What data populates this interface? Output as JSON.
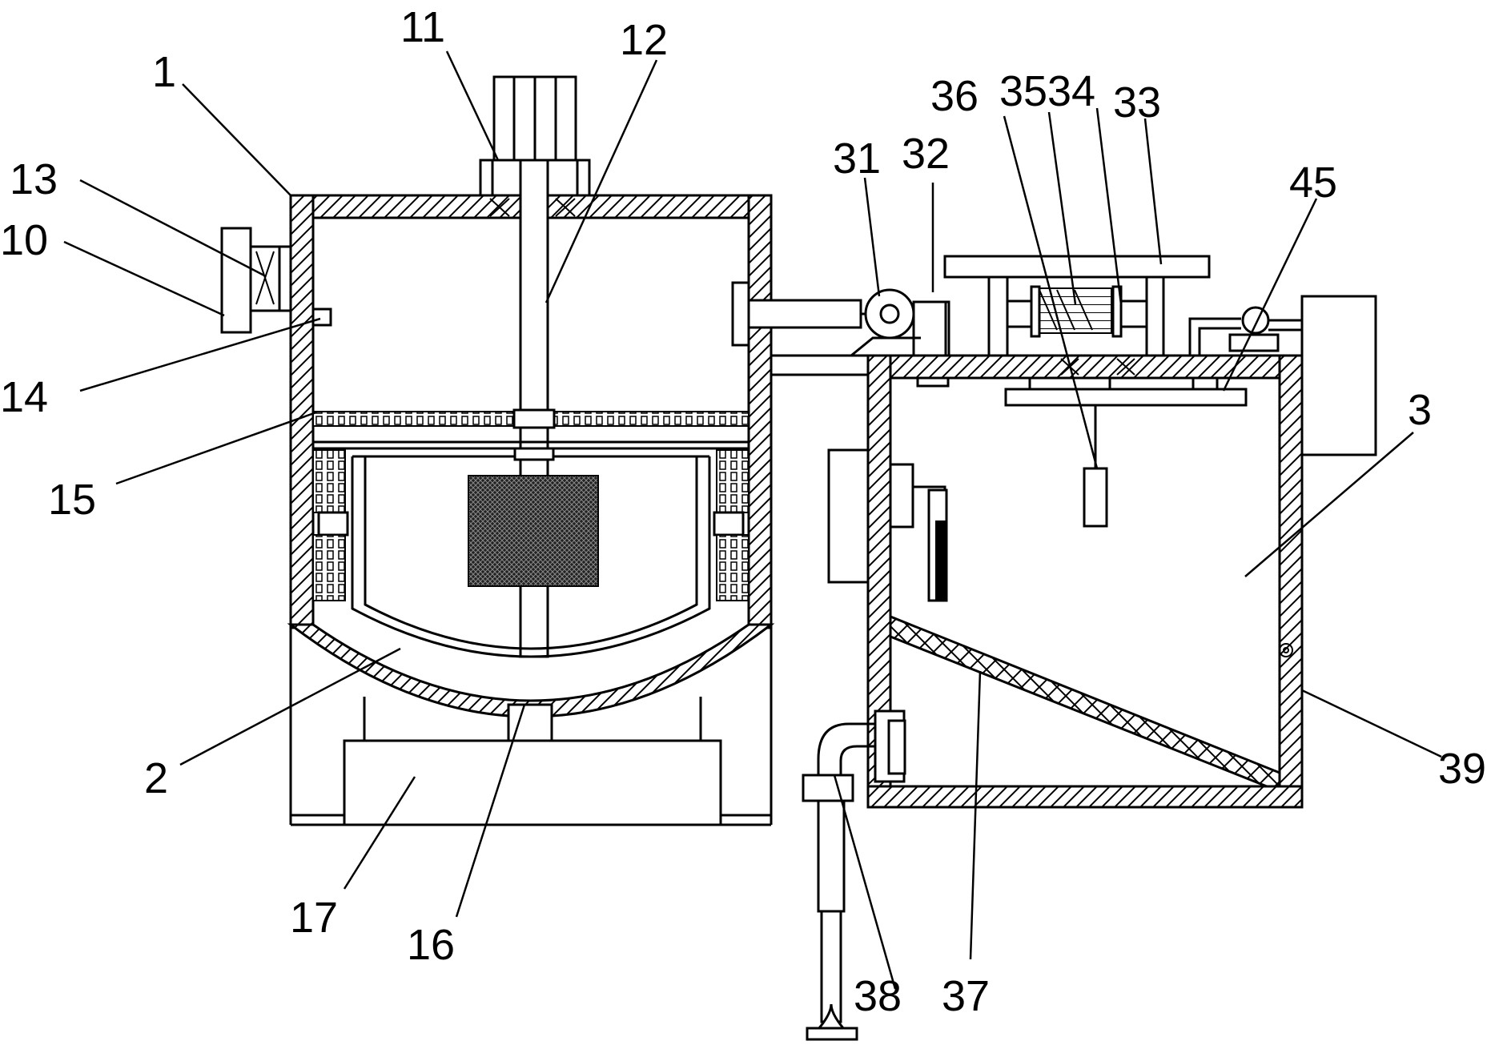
{
  "figure": {
    "labels": [
      {
        "id": "1",
        "text": "1"
      },
      {
        "id": "10",
        "text": "10"
      },
      {
        "id": "11",
        "text": "11"
      },
      {
        "id": "12",
        "text": "12"
      },
      {
        "id": "13",
        "text": "13"
      },
      {
        "id": "14",
        "text": "14"
      },
      {
        "id": "15",
        "text": "15"
      },
      {
        "id": "16",
        "text": "16"
      },
      {
        "id": "17",
        "text": "17"
      },
      {
        "id": "2",
        "text": "2"
      },
      {
        "id": "3",
        "text": "3"
      },
      {
        "id": "31",
        "text": "31"
      },
      {
        "id": "32",
        "text": "32"
      },
      {
        "id": "33",
        "text": "33"
      },
      {
        "id": "34",
        "text": "34"
      },
      {
        "id": "35",
        "text": "35"
      },
      {
        "id": "36",
        "text": "36"
      },
      {
        "id": "37",
        "text": "37"
      },
      {
        "id": "38",
        "text": "38"
      },
      {
        "id": "39",
        "text": "39"
      },
      {
        "id": "45",
        "text": "45"
      }
    ]
  }
}
